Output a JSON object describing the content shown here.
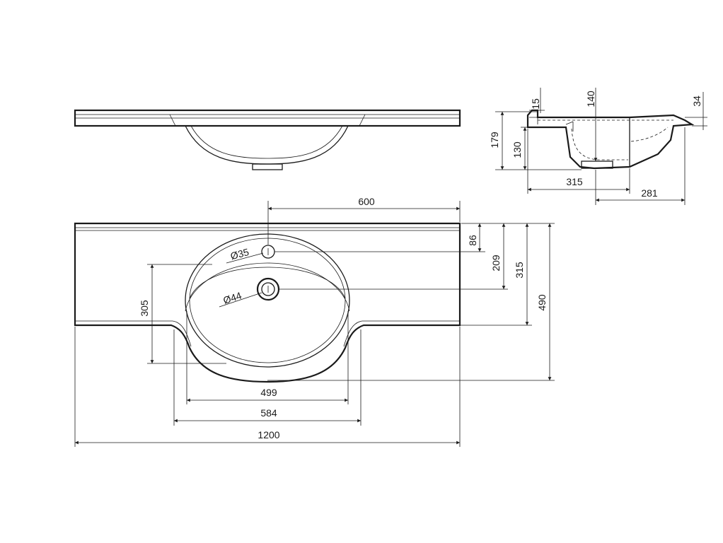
{
  "colors": {
    "line": "#1a1a1a",
    "background": "#ffffff"
  },
  "dimensions": {
    "top_overhang": "15",
    "depth_from_top": "140",
    "lip_thickness": "34",
    "side_total_height": "179",
    "side_bowl_height": "130",
    "side_bowl_width": "315",
    "side_front_width": "281",
    "tap_to_bowl_center": "600",
    "tap_hole_offset": "86",
    "drain_offset": "209",
    "counter_depth": "315",
    "total_depth": "490",
    "bowl_depth": "305",
    "bowl_width": "499",
    "cutout_width": "584",
    "total_width": "1200",
    "tap_hole_diameter": "Ø35",
    "drain_diameter": "Ø44"
  }
}
